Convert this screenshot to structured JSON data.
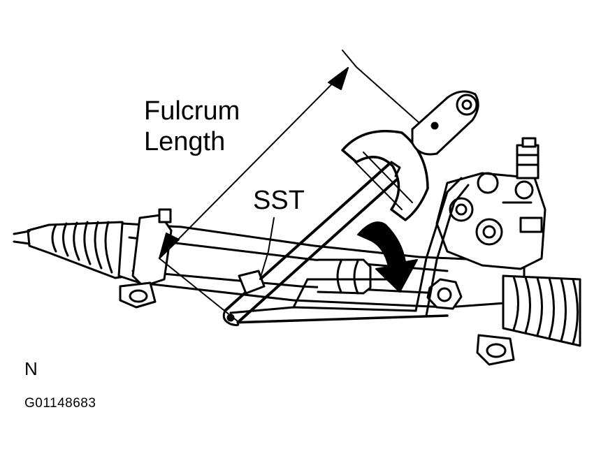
{
  "labels": {
    "fulcrum_line1": "Fulcrum",
    "fulcrum_line2": "Length",
    "sst": "SST",
    "n_mark": "N",
    "figure_id": "G01148683"
  },
  "colors": {
    "ink": "#000000",
    "paper": "#ffffff"
  },
  "icons": {
    "rotation_arrow": "curved-arrow-icon"
  }
}
